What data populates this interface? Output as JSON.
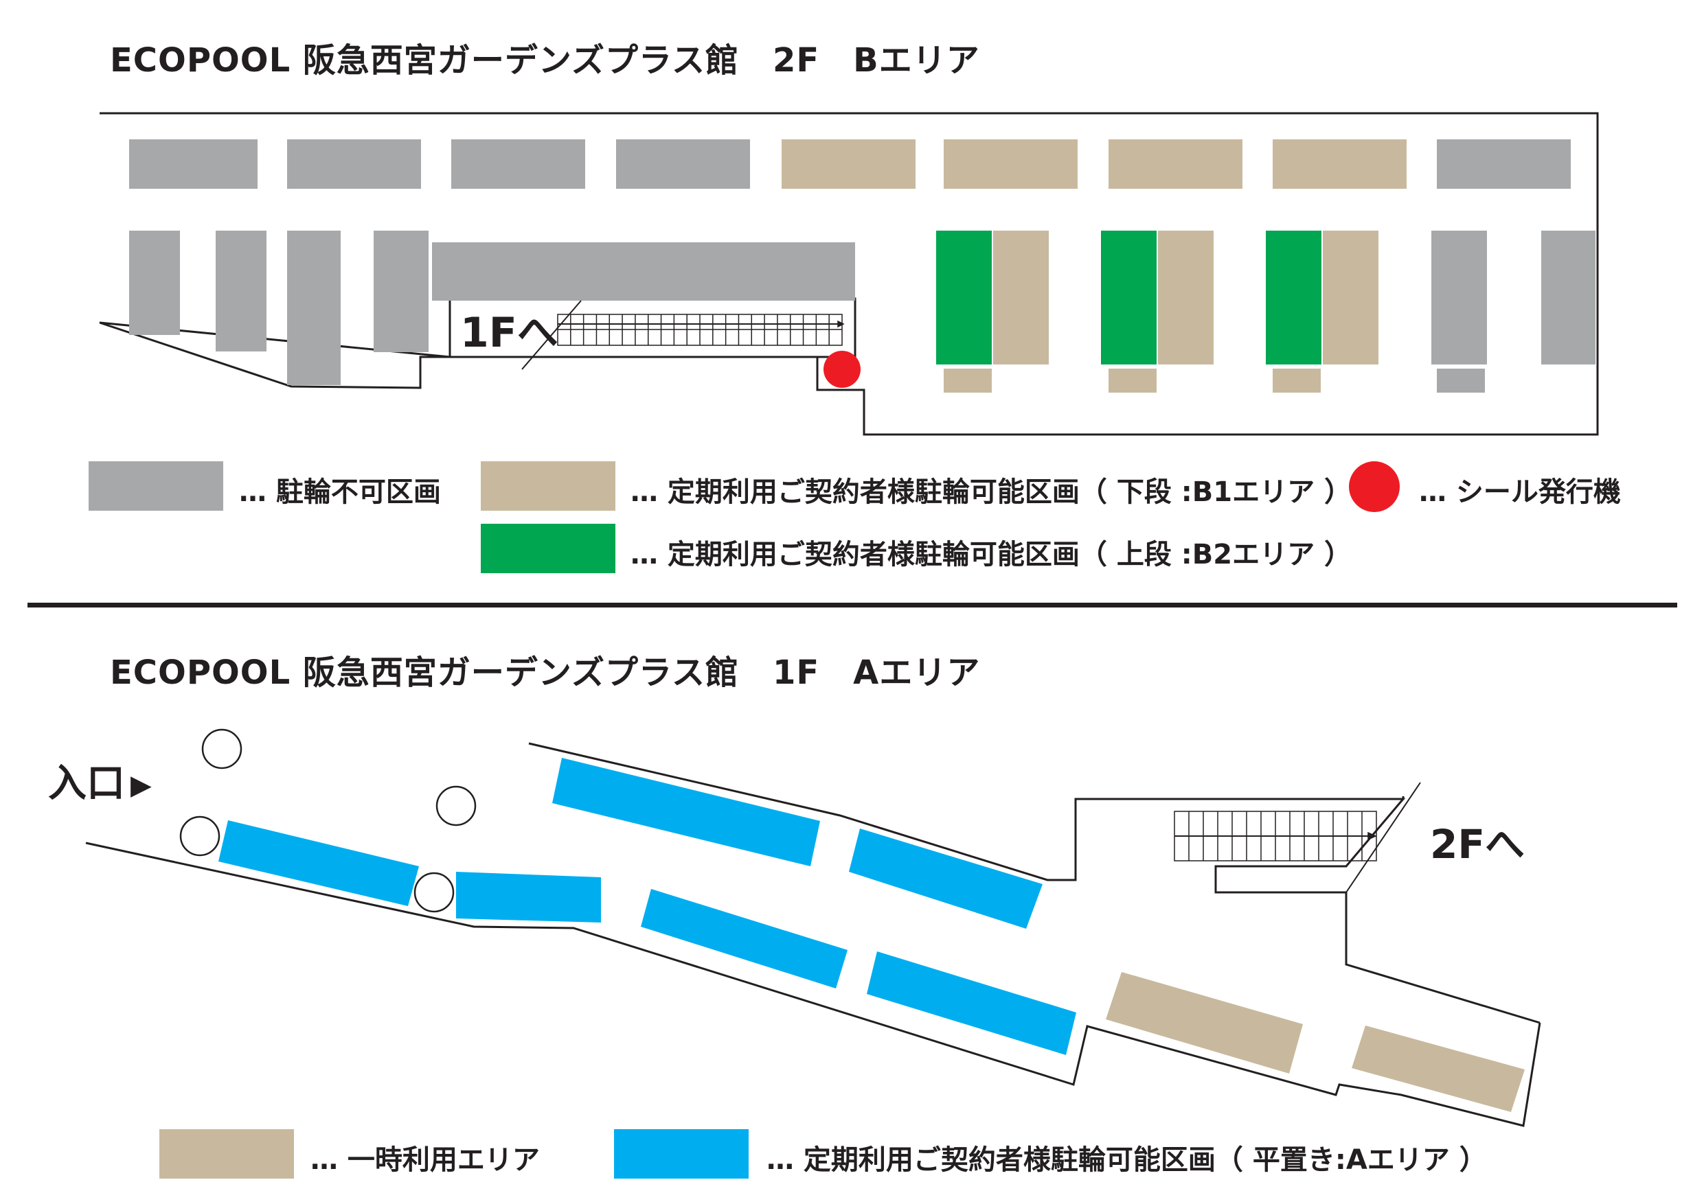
{
  "titles": {
    "top": "ECOPOOL 阪急西宮ガーデンズプラス館　2F　Bエリア",
    "bottom": "ECOPOOL 阪急西宮ガーデンズプラス館　1F　Aエリア"
  },
  "labels": {
    "to_1f": "1Fへ",
    "to_2f": "2Fへ",
    "entrance": "入口",
    "entrance_arrow": "▶"
  },
  "colors": {
    "gray": "#a7a8aa",
    "tan": "#c8b99e",
    "green": "#00a650",
    "blue": "#00aeef",
    "red": "#ed1c24",
    "line": "#231f20"
  },
  "legend_2f": {
    "gray": "… 駐輪不可区画",
    "tan": "… 定期利用ご契約者様駐輪可能区画（ 下段 :B1エリア ）",
    "red": "… シール発行機",
    "green": "… 定期利用ご契約者様駐輪可能区画（ 上段 :B2エリア ）"
  },
  "legend_1f": {
    "tan": "… 一時利用エリア",
    "blue": "… 定期利用ご契約者様駐輪可能区画（ 平置き:Aエリア ）"
  }
}
